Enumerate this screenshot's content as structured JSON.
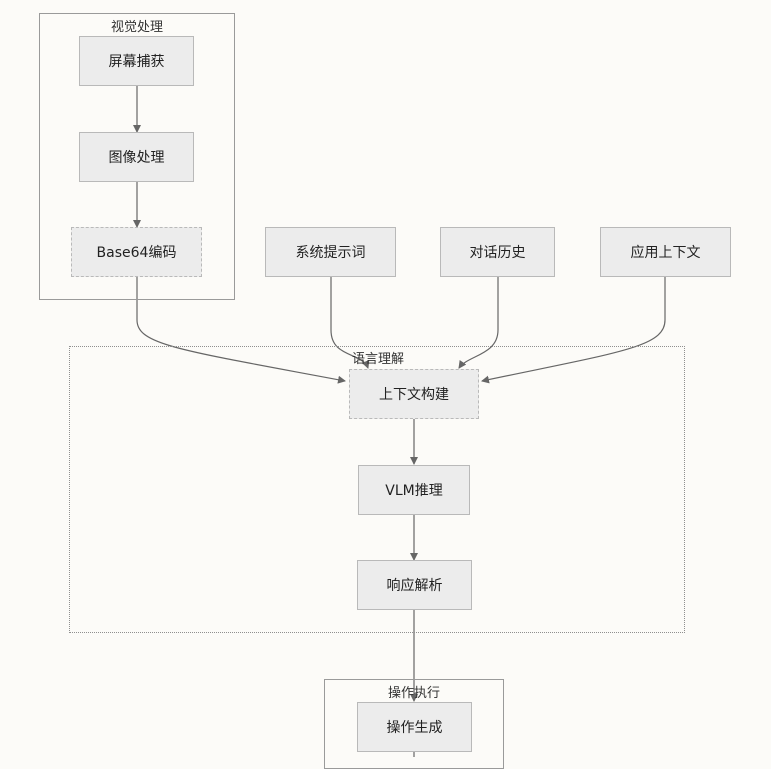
{
  "groups": {
    "vision": "视觉处理",
    "language": "语言理解",
    "action": "操作执行"
  },
  "nodes": {
    "screen_capture": "屏幕捕获",
    "image_processing": "图像处理",
    "base64_encoding": "Base64编码",
    "system_prompt": "系统提示词",
    "dialog_history": "对话历史",
    "app_context": "应用上下文",
    "context_build": "上下文构建",
    "vlm_inference": "VLM推理",
    "response_parse": "响应解析",
    "action_generate": "操作生成"
  },
  "colors": {
    "node_fill": "#ececec",
    "edge": "#666666",
    "background": "#fcfbf8"
  }
}
